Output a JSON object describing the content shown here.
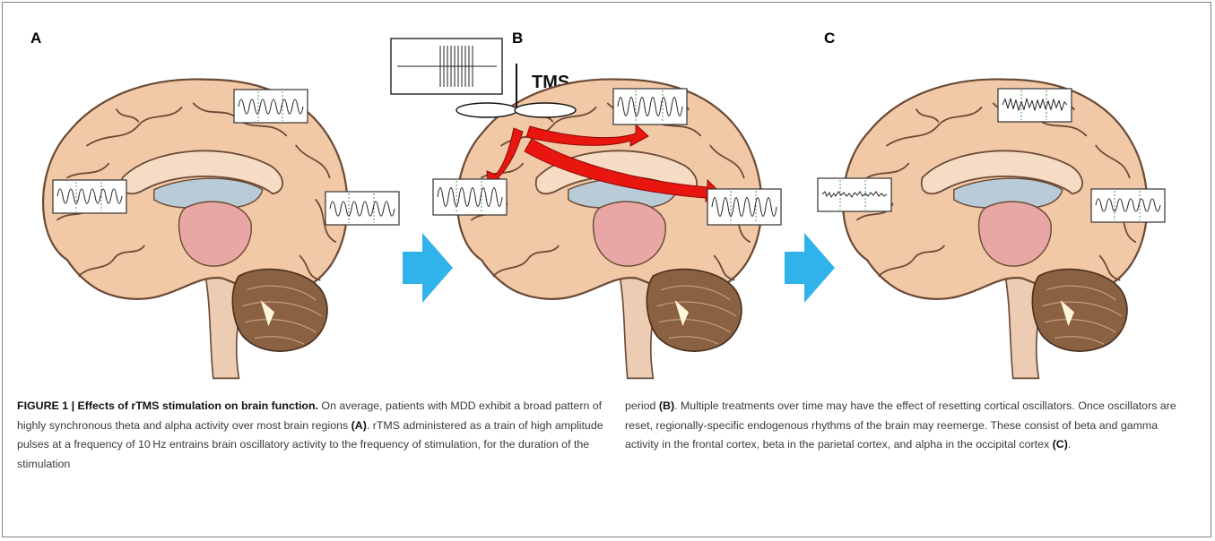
{
  "panels": {
    "a_label": "A",
    "b_label": "B",
    "c_label": "C"
  },
  "tms_label": "TMS",
  "caption": {
    "figure_number": "FIGURE 1 |",
    "title": "Effects of rTMS stimulation on brain function.",
    "left_text_1": " On average, patients with MDD exhibit a broad pattern of highly synchronous theta and alpha activity over most brain regions ",
    "ref_a": "(A)",
    "left_text_2": ". rTMS administered as a train of high amplitude pulses at a frequency of 10 Hz entrains brain oscillatory activity to the frequency of stimulation, for the duration of the stimulation",
    "right_text_1": "period ",
    "ref_b": "(B)",
    "right_text_2": ". Multiple treatments over time may have the effect of resetting cortical oscillators. Once oscillators are reset, regionally-specific endogenous rhythms of the brain may reemerge. These consist of beta and gamma activity in the frontal cortex, beta in the parietal cortex, and alpha in the occipital cortex ",
    "ref_c": "(C)",
    "right_text_3": "."
  },
  "colors": {
    "cortex": "#f2c9a6",
    "cortex_stroke": "#6b4a36",
    "thalamus": "#e8a7a4",
    "ventricle": "#b9cbd6",
    "cerebellum": "#8a6242",
    "brainstem": "#eccdb4",
    "arrow_blue": "#2fb3ea",
    "arrow_red": "#e8160f"
  }
}
